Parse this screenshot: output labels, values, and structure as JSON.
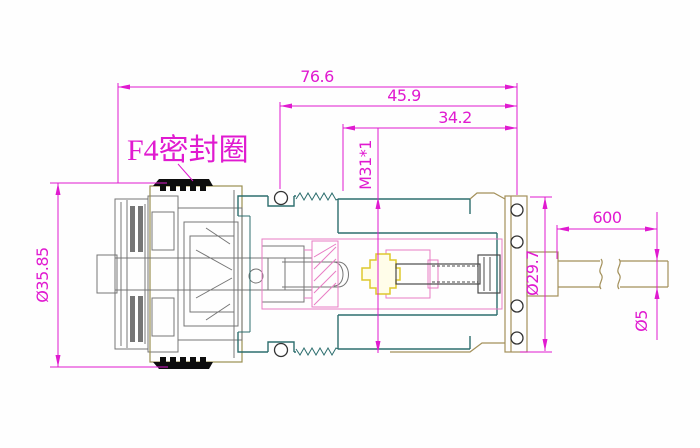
{
  "drawing": {
    "seal_label": "F4密封圈",
    "dims": {
      "overall_length": "76.6",
      "mid_length": "45.9",
      "thread_length": "34.2",
      "thread_spec": "M31*1",
      "flange_diameter": "Ø35.85",
      "body_diameter": "Ø29.7",
      "cable_length": "600",
      "cable_diameter": "Ø5"
    }
  },
  "colors": {
    "dimension": "#e01ad0",
    "body_teal": "#2d6e6e",
    "part_gray": "#757575",
    "part_olive": "#9b8f52",
    "part_tan": "#a3905a",
    "part_pink": "#e87cc4",
    "part_yellow": "#ddc82e",
    "seal_black": "#0d0d0d",
    "background": "#fefefe"
  }
}
